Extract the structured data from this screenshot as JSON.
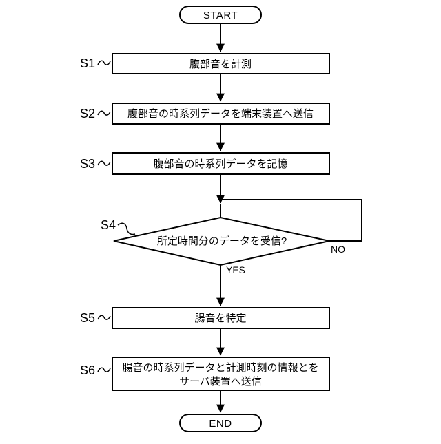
{
  "diagram": {
    "terminators": {
      "start": "START",
      "end": "END"
    },
    "steps": [
      {
        "id": "S1",
        "label": "腹部音を計測"
      },
      {
        "id": "S2",
        "label": "腹部音の時系列データを端末装置へ送信"
      },
      {
        "id": "S3",
        "label": "腹部音の時系列データを記憶"
      },
      {
        "id": "S4",
        "label": "所定時間分のデータを受信?"
      },
      {
        "id": "S5",
        "label": "腸音を特定"
      },
      {
        "id": "S6",
        "label_line1": "腸音の時系列データと計測時刻の情報とを",
        "label_line2": "サーバ装置へ送信"
      }
    ],
    "branch": {
      "no": "NO",
      "yes": "YES"
    },
    "colors": {
      "line": "#000000",
      "background": "#ffffff"
    }
  }
}
